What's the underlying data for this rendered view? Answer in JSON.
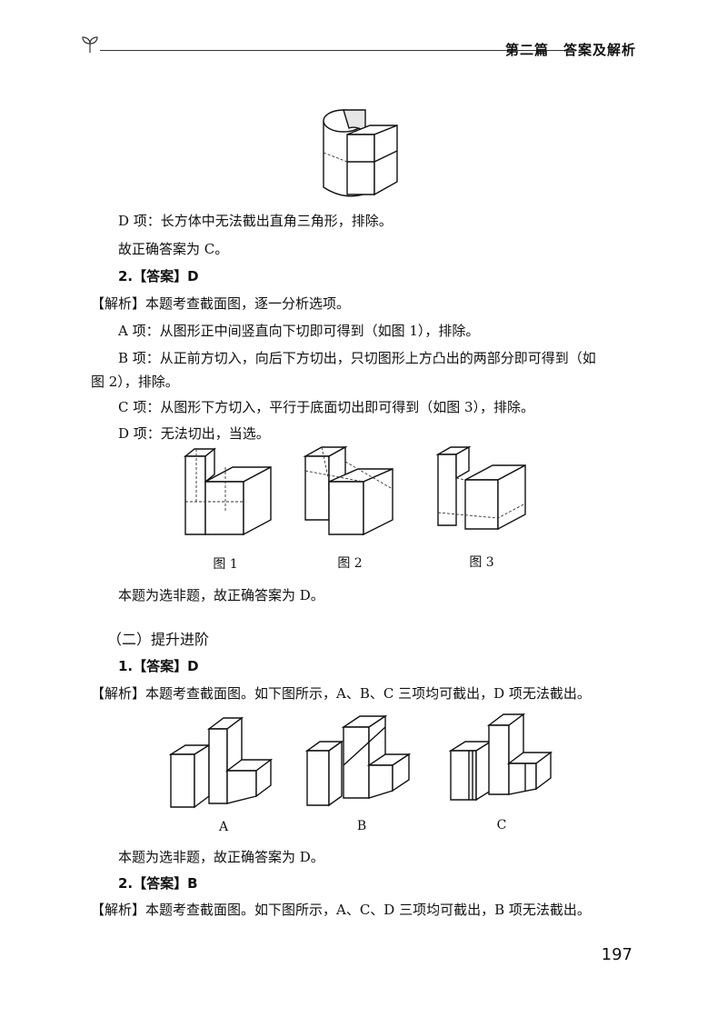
{
  "header": {
    "title": "第二篇　答案及解析"
  },
  "lines": [
    "D 项：长方体中无法截出直角三角形，排除。",
    "故正确答案为 C。",
    "2.【答案】D",
    "【解析】本题考查截面图，逐一分析选项。",
    "A 项：从图形正中间竖直向下切即可得到（如图 1），排除。",
    "B 项：从正前方切入，向后下方切出，只切图形上方凸出的两部分即可得到（如",
    "图 2），排除。",
    "C 项：从图形下方切入，平行于底面切出即可得到（如图 3），排除。",
    "D 项：无法切出，当选。",
    "本题为选非题，故正确答案为 D。",
    "（二）提升进阶",
    "1.【答案】D",
    "【解析】本题考查截面图。如下图所示，A、B、C 三项均可截出，D 项无法截出。",
    "本题为选非题，故正确答案为 D。",
    "2.【答案】B",
    "【解析】本题考查截面图。如下图所示，A、C、D 三项均可截出，B 项无法截出。"
  ],
  "captions1": [
    "图 1",
    "图 2",
    "图 3"
  ],
  "captions2": [
    "A",
    "B",
    "C"
  ],
  "page_number": "197"
}
